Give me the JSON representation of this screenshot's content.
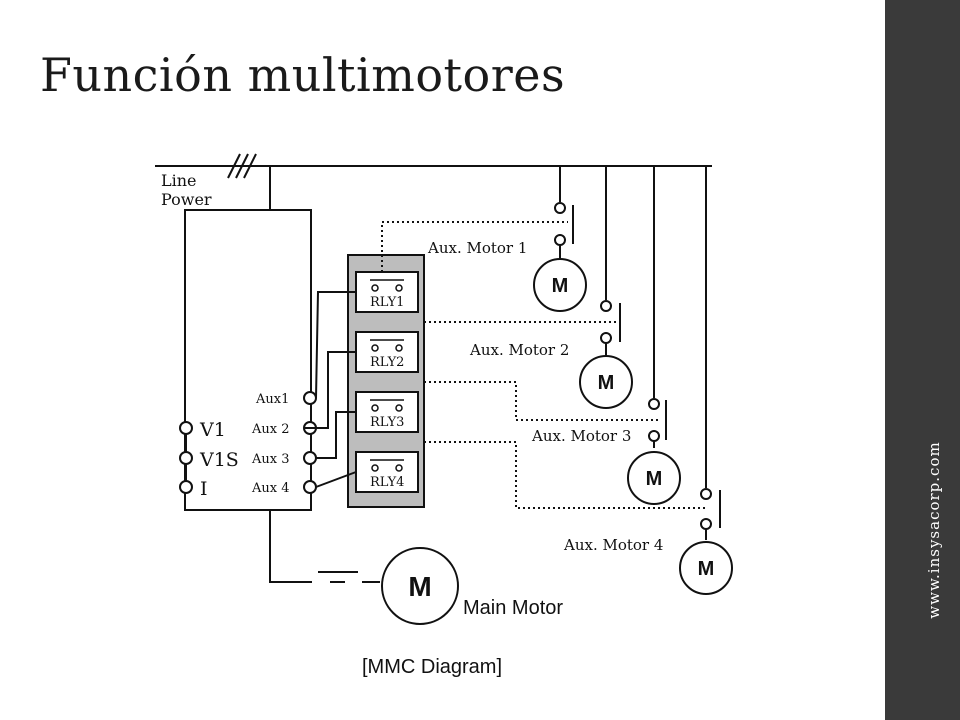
{
  "slide": {
    "title": "Función multimotores",
    "side_url": "www.insysacorp.com"
  },
  "diagram": {
    "line_power_1": "Line",
    "line_power_2": "Power",
    "inputs": [
      "V1",
      "V1S",
      "I"
    ],
    "aux_outputs": [
      "Aux1",
      "Aux 2",
      "Aux 3",
      "Aux 4"
    ],
    "relays": [
      "RLY1",
      "RLY2",
      "RLY3",
      "RLY4"
    ],
    "aux_motors": [
      "Aux. Motor 1",
      "Aux. Motor 2",
      "Aux. Motor 3",
      "Aux. Motor 4"
    ],
    "motor_symbol": "M",
    "main_motor": "Main Motor",
    "caption": "[MMC Diagram]"
  }
}
